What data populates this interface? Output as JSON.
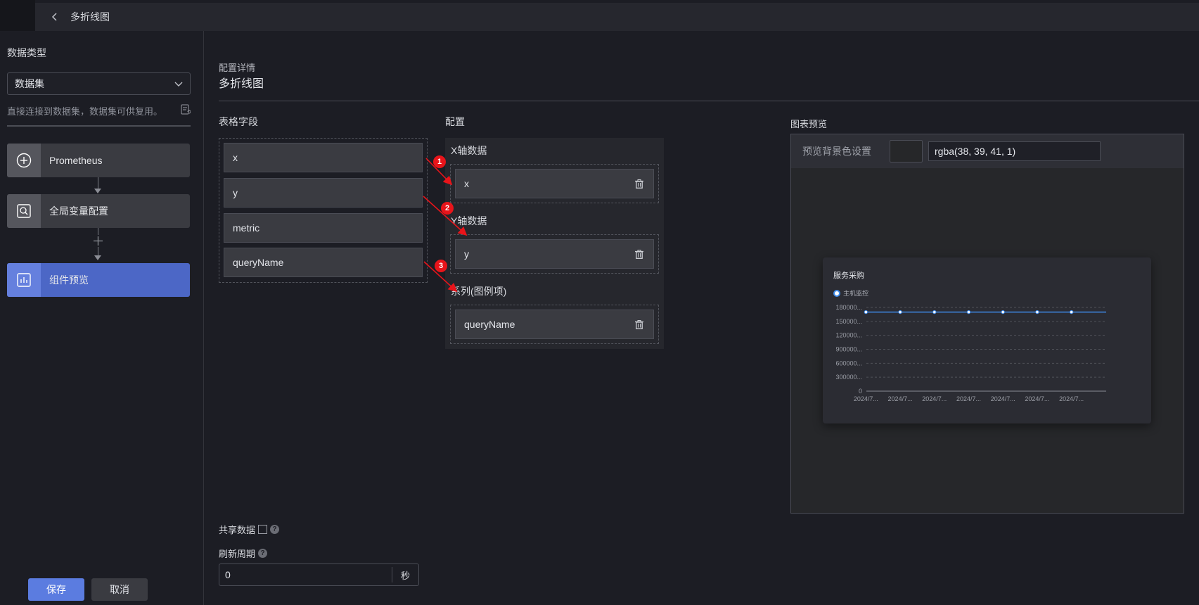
{
  "header": {
    "title": "多折线图"
  },
  "sidebar": {
    "data_type_label": "数据类型",
    "select_value": "数据集",
    "hint": "直接连接到数据集，数据集可供复用。",
    "nodes": [
      {
        "label": "Prometheus",
        "icon": "plus-circle-icon"
      },
      {
        "label": "全局变量配置",
        "icon": "variable-search-icon"
      },
      {
        "label": "组件预览",
        "icon": "chart-icon"
      }
    ]
  },
  "main": {
    "config_label": "配置详情",
    "config_title": "多折线图",
    "fields_label": "表格字段",
    "fields": [
      "x",
      "y",
      "metric",
      "queryName"
    ],
    "config_section_label": "配置",
    "x_axis_label": "X轴数据",
    "x_axis_value": "x",
    "y_axis_label": "Y轴数据",
    "y_axis_value": "y",
    "series_label": "系列(图例项)",
    "series_value": "queryName",
    "badges": [
      "1",
      "2",
      "3"
    ],
    "share_label": "共享数据",
    "help_mark": "?",
    "refresh_label": "刷新周期",
    "refresh_value": "0",
    "refresh_unit": "秒"
  },
  "preview": {
    "label": "图表预览",
    "bg_label": "预览背景色设置",
    "bg_value": "rgba(38, 39, 41, 1)",
    "card_title": "服务采购",
    "legend": "主机监控"
  },
  "chart_data": {
    "type": "line",
    "categories": [
      "2024/7...",
      "2024/7...",
      "2024/7...",
      "2024/7...",
      "2024/7...",
      "2024/7...",
      "2024/7..."
    ],
    "y_tick_labels": [
      "0",
      "300000...",
      "600000...",
      "900000...",
      "120000...",
      "150000...",
      "180000..."
    ],
    "series": [
      {
        "name": "主机监控",
        "values": [
          1700000,
          1700000,
          1700000,
          1700000,
          1700000,
          1700000,
          1700000
        ]
      }
    ],
    "ylim": [
      0,
      1800000
    ],
    "line_color": "#3f8ae8",
    "grid": true,
    "legend_position": "top-left"
  },
  "buttons": {
    "save": "保存",
    "cancel": "取消"
  },
  "colors": {
    "accent": "#5b7ce0",
    "active_node": "#4c67c6",
    "annotation_red": "#e8141a"
  }
}
